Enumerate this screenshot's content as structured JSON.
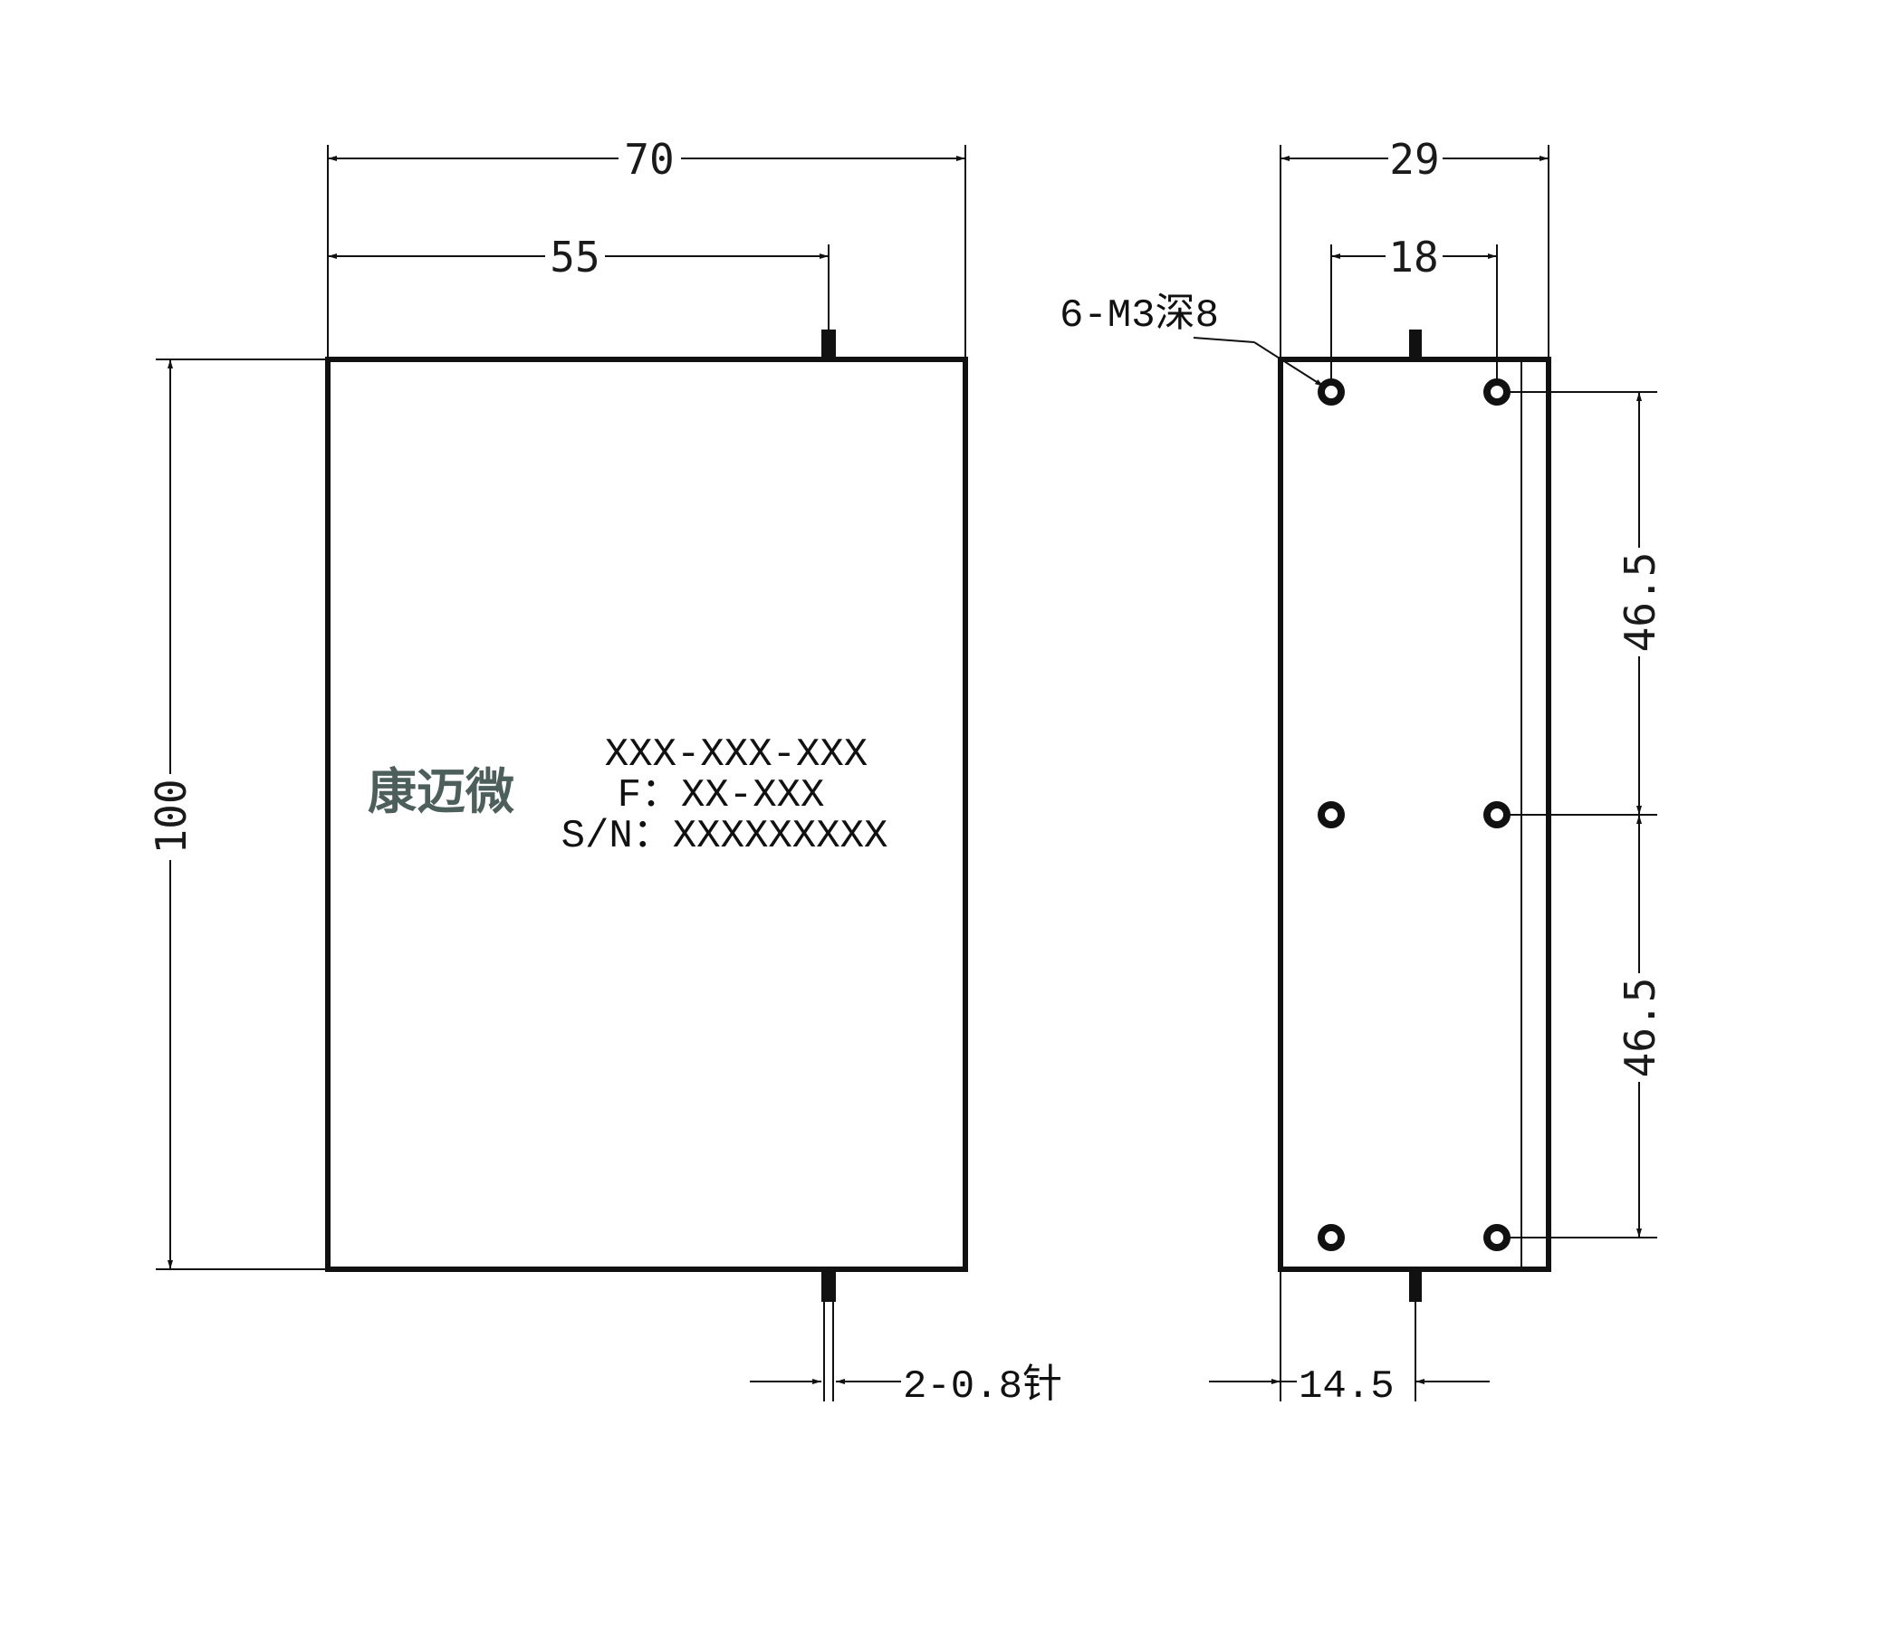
{
  "front_view": {
    "width_label": "70",
    "pin_offset_label": "55",
    "height_label": "100",
    "pin_label": "2-0.8针",
    "logo_text": "康迈微",
    "model_text": "XXX-XXX-XXX",
    "freq_text": "F：XX-XXX",
    "serial_text": "S/N：XXXXXXXXX"
  },
  "side_view": {
    "width_label": "29",
    "hole_spacing_label": "18",
    "hole_callout_label": "6-M3深8",
    "upper_pitch_label": "46.5",
    "lower_pitch_label": "46.5",
    "pin_offset_label": "14.5"
  }
}
